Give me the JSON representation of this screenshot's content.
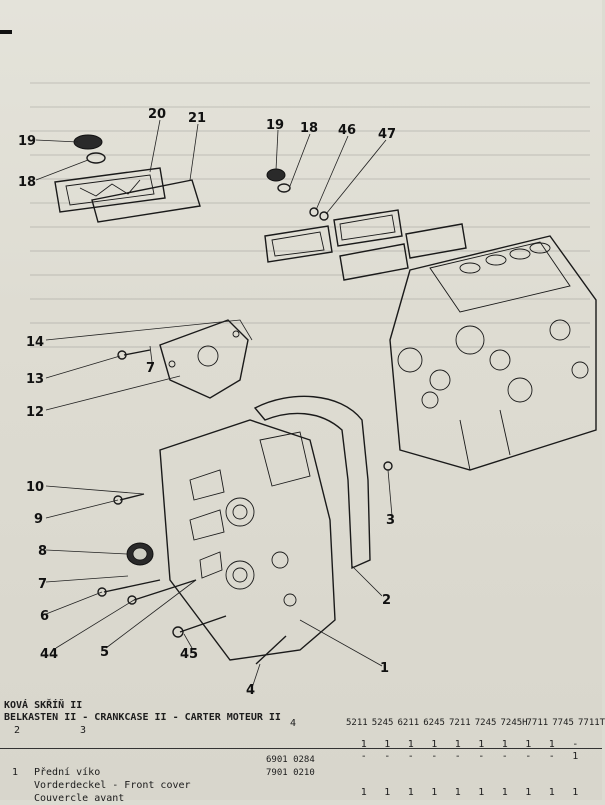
{
  "section": {
    "title_cs": "KOVÁ SKŘÍŇ II",
    "title_multilang": "BELKASTEN II - CRANKCASE II - CARTER MOTEUR II",
    "column_numbers": [
      "2",
      "3",
      "4"
    ]
  },
  "models": [
    "5211",
    "5245",
    "6211",
    "6245",
    "7211",
    "7245",
    "7245H",
    "7711",
    "7745",
    "7711T"
  ],
  "callouts": [
    "19",
    "20",
    "21",
    "18",
    "19",
    "18",
    "46",
    "47",
    "14",
    "13",
    "7",
    "12",
    "10",
    "9",
    "8",
    "7",
    "6",
    "44",
    "5",
    "45",
    "3",
    "2",
    "1",
    "4"
  ],
  "parts": [
    {
      "position": "1",
      "name_cs": "Přední víko",
      "name_multi": "Vorderdeckel - Front cover",
      "name_fr": "Couvercle avant",
      "codes": [
        "6901 0284",
        "7901 0210"
      ],
      "qty_row1": [
        "1",
        "1",
        "1",
        "1",
        "1",
        "1",
        "1",
        "1",
        "1",
        "-"
      ],
      "qty_row2": [
        "-",
        "-",
        "-",
        "-",
        "-",
        "-",
        "-",
        "-",
        "-",
        "1"
      ],
      "qty_row3": [
        "1",
        "1",
        "1",
        "1",
        "1",
        "1",
        "1",
        "1",
        "1",
        "1"
      ]
    }
  ]
}
